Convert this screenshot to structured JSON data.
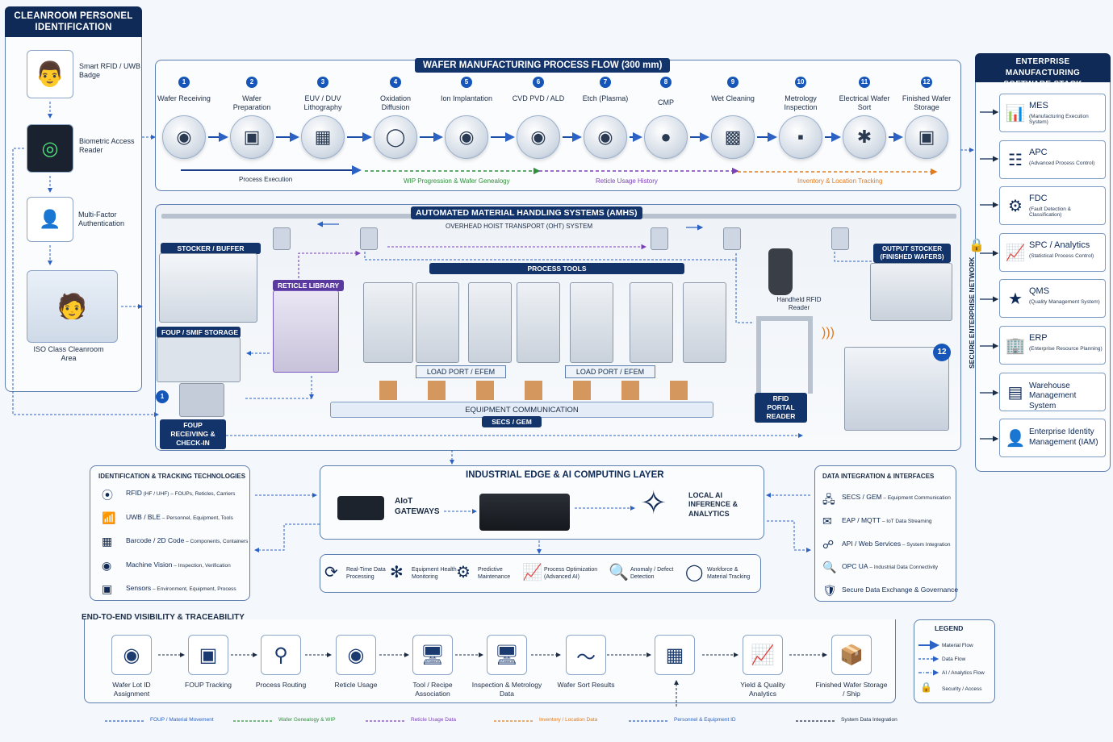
{
  "personnel": {
    "title": "CLEANROOM PERSONEL IDENTIFICATION",
    "items": [
      "Smart RFID / UWB Badge",
      "Biometric Access Reader",
      "Multi-Factor Authentication",
      "ISO Class Cleanroom Area"
    ]
  },
  "process_flow": {
    "title": "WAFER MANUFACTURING PROCESS FLOW (300 mm)",
    "steps": [
      {
        "n": "1",
        "label": "Wafer Receiving"
      },
      {
        "n": "2",
        "label": "Wafer Preparation"
      },
      {
        "n": "3",
        "label": "EUV / DUV Lithography"
      },
      {
        "n": "4",
        "label": "Oxidation Diffusion"
      },
      {
        "n": "5",
        "label": "Ion Implantation"
      },
      {
        "n": "6",
        "label": "CVD PVD / ALD"
      },
      {
        "n": "7",
        "label": "Etch (Plasma)"
      },
      {
        "n": "8",
        "label": "CMP"
      },
      {
        "n": "9",
        "label": "Wet Cleaning"
      },
      {
        "n": "10",
        "label": "Metrology Inspection"
      },
      {
        "n": "11",
        "label": "Electrical Wafer Sort"
      },
      {
        "n": "12",
        "label": "Finished Wafer Storage"
      }
    ],
    "tracks": [
      "Process Execution",
      "WIP Progression & Wafer Genealogy",
      "Reticle Usage History",
      "Inventory & Location Tracking"
    ]
  },
  "amhs": {
    "title": "AUTOMATED MATERIAL HANDLING SYSTEMS (AMHS)",
    "oht": "OVERHEAD HOIST TRANSPORT (OHT) SYSTEM",
    "stocker": "STOCKER / BUFFER",
    "reticle_library": "RETICLE LIBRARY",
    "process_tools": "PROCESS TOOLS",
    "foup_storage": "FOUP / SMIF STORAGE",
    "load_port_1": "LOAD PORT / EFEM",
    "load_port_2": "LOAD PORT / EFEM",
    "handheld": "Handheld RFID Reader",
    "output_stocker": "OUTPUT STOCKER (FINISHED WAFERS)",
    "rfid_portal": "RFID PORTAL READER",
    "foup_receiving": "FOUP RECEIVING & CHECK-IN",
    "equip_comm": "EQUIPMENT COMMUNICATION",
    "secs": "SECS / GEM",
    "badge_1": "1",
    "badge_12": "12"
  },
  "enterprise": {
    "title": "ENTERPRISE MANUFACTURING SOFTWARE STACK",
    "network": "SECURE ENTERPRISE NETWORK",
    "items": [
      {
        "name": "MES",
        "sub": "(Manufacturing Execution System)",
        "icon": "bar-chart-icon"
      },
      {
        "name": "APC",
        "sub": "(Advanced Process Control)",
        "icon": "control-panel-icon"
      },
      {
        "name": "FDC",
        "sub": "(Fault Detection & Classification)",
        "icon": "gear-search-icon"
      },
      {
        "name": "SPC / Analytics",
        "sub": "(Statistical Process Control)",
        "icon": "trend-chart-icon"
      },
      {
        "name": "QMS",
        "sub": "(Quality Management System)",
        "icon": "quality-badge-icon"
      },
      {
        "name": "ERP",
        "sub": "(Enterprise Resource Planning)",
        "icon": "building-icon"
      },
      {
        "name": "Warehouse Management System",
        "sub": "",
        "icon": "server-icon"
      },
      {
        "name": "Enterprise Identity Management (IAM)",
        "sub": "",
        "icon": "user-icon"
      }
    ]
  },
  "id_tech": {
    "title": "IDENTIFICATION & TRACKING TECHNOLOGIES",
    "items": [
      {
        "name": "RFID",
        "sub": " (HF / UHF) – FOUPs, Reticles, Carriers"
      },
      {
        "name": "UWB / BLE",
        "sub": " – Personnel, Equipment, Tools"
      },
      {
        "name": "Barcode / 2D Code",
        "sub": " – Components, Containers"
      },
      {
        "name": "Machine Vision",
        "sub": " – Inspection, Verification"
      },
      {
        "name": "Sensors",
        "sub": " – Environment, Equipment, Process"
      }
    ]
  },
  "edge": {
    "title": "INDUSTRIAL EDGE & AI COMPUTING LAYER",
    "gateways": "AIoT GATEWAYS",
    "inference": "LOCAL AI INFERENCE & ANALYTICS",
    "capabilities": [
      "Real-Time Data Processing",
      "Equipment Health Monitoring",
      "Predictive Maintenance",
      "Process Optimization (Advanced AI)",
      "Anomaly / Defect Detection",
      "Workforce & Material Tracking"
    ]
  },
  "integration": {
    "title": "DATA INTEGRATION & INTERFACES",
    "items": [
      {
        "name": "SECS / GEM",
        "sub": " – Equipment Communication"
      },
      {
        "name": "EAP / MQTT",
        "sub": " – IoT Data Streaming"
      },
      {
        "name": "API / Web Services",
        "sub": " – System Integration"
      },
      {
        "name": "OPC UA",
        "sub": " – Industrial Data Connectivity"
      },
      {
        "name": "Secure Data Exchange & Governance",
        "sub": ""
      }
    ]
  },
  "visibility": {
    "title": "END-TO-END VISIBILITY & TRACEABILITY",
    "steps": [
      "Wafer Lot ID Assignment",
      "FOUP Tracking",
      "Process Routing",
      "Reticle Usage",
      "Tool / Recipe Association",
      "Inspection & Metrology Data",
      "Wafer Sort Results",
      "",
      "Yield & Quality Analytics",
      "Finished Wafer Storage / Ship"
    ]
  },
  "legend": {
    "title": "LEGEND",
    "items": [
      "Material Flow",
      "Data Flow",
      "AI / Analytics Flow",
      "Security / Access"
    ]
  },
  "footer": [
    {
      "label": "FOUP / Material Movement",
      "color": "#2b62c4"
    },
    {
      "label": "Wafer Genealogy & WIP",
      "color": "#2f8f3a"
    },
    {
      "label": "Reticle Usage Data",
      "color": "#7b3fb8"
    },
    {
      "label": "Inventory / Location Data",
      "color": "#e07b1e"
    },
    {
      "label": "Personnel & Equipment ID",
      "color": "#2b62c4"
    },
    {
      "label": "System Data Integration",
      "color": "#1b2c45"
    }
  ]
}
